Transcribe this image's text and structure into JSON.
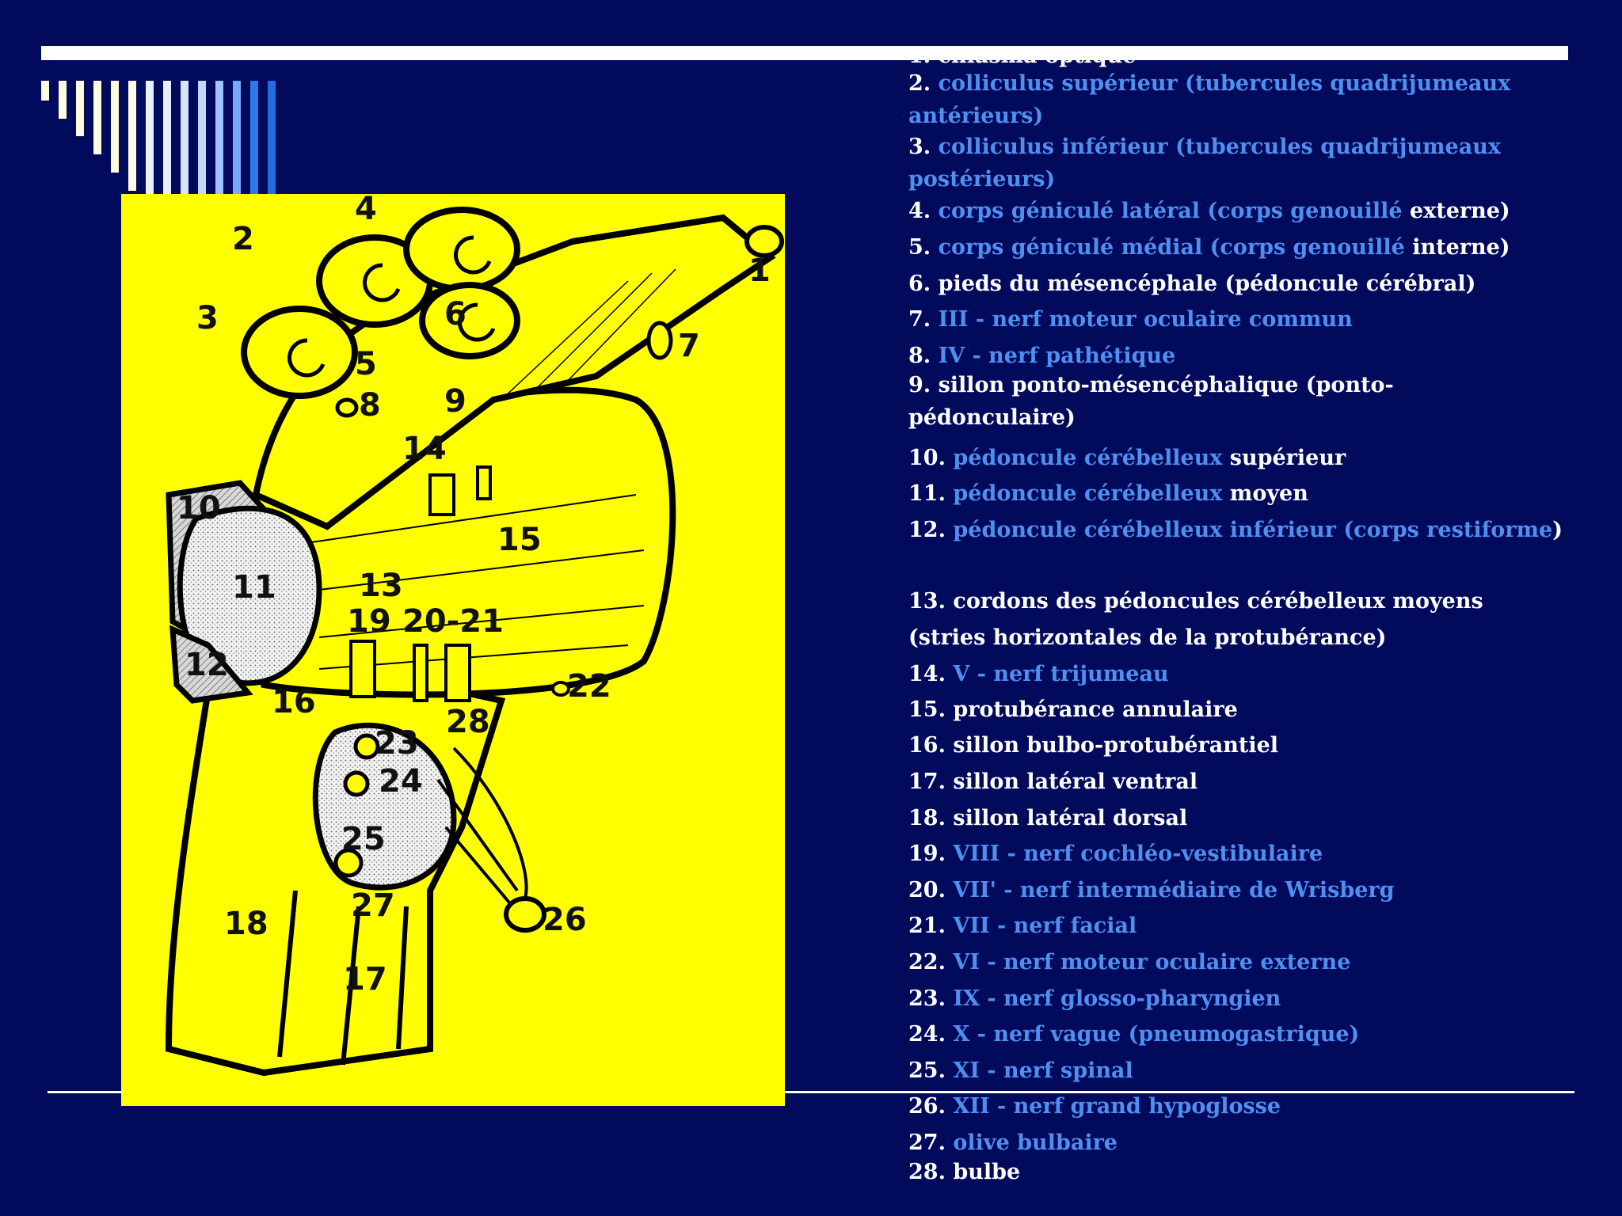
{
  "colors": {
    "background": "#020a5c",
    "diagram_bg": "#ffff00",
    "term_blue": "#4f8fef",
    "text_white": "#ffffff"
  },
  "diagram": {
    "labels": [
      "1",
      "2",
      "3",
      "4",
      "5",
      "6",
      "7",
      "8",
      "9",
      "10",
      "11",
      "12",
      "13",
      "14",
      "15",
      "16",
      "17",
      "18",
      "19",
      "20-21",
      "22",
      "23",
      "24",
      "25",
      "26",
      "27",
      "28"
    ]
  },
  "legend": [
    {
      "num": "1.",
      "parts": [
        {
          "t": " chiasma optique",
          "c": "w"
        }
      ]
    },
    {
      "num": "2.",
      "parts": [
        {
          "t": " colliculus supérieur (tubercules quadrijumeaux",
          "c": "b"
        }
      ]
    },
    {
      "num": "",
      "parts": [
        {
          "t": "antérieurs)",
          "c": "b"
        }
      ]
    },
    {
      "num": "3.",
      "parts": [
        {
          "t": " colliculus inférieur (tubercules quadrijumeaux",
          "c": "b"
        }
      ]
    },
    {
      "num": "",
      "parts": [
        {
          "t": "postérieurs)",
          "c": "b"
        }
      ]
    },
    {
      "num": "4.",
      "parts": [
        {
          "t": " corps géniculé latéral (corps genouillé",
          "c": "b"
        },
        {
          "t": " externe)",
          "c": "w"
        }
      ]
    },
    {
      "num": "5.",
      "parts": [
        {
          "t": " corps géniculé médial (corps genouillé",
          "c": "b"
        },
        {
          "t": " interne)",
          "c": "w"
        }
      ]
    },
    {
      "num": "6.",
      "parts": [
        {
          "t": " pieds du mésencéphale (pédoncule cérébral)",
          "c": "w"
        }
      ]
    },
    {
      "num": "7.",
      "parts": [
        {
          "t": " III - nerf moteur oculaire commun",
          "c": "b"
        }
      ]
    },
    {
      "num": "8.",
      "parts": [
        {
          "t": " IV - nerf pathétique",
          "c": "b"
        }
      ]
    },
    {
      "num": "9.",
      "parts": [
        {
          "t": " sillon ponto-mésencéphalique (ponto-",
          "c": "w"
        }
      ]
    },
    {
      "num": "",
      "parts": [
        {
          "t": "pédonculaire)",
          "c": "w"
        }
      ]
    },
    {
      "num": "10.",
      "parts": [
        {
          "t": " pédoncule cérébelleux",
          "c": "b"
        },
        {
          "t": " supérieur",
          "c": "w"
        }
      ]
    },
    {
      "num": "11.",
      "parts": [
        {
          "t": " pédoncule cérébelleux",
          "c": "b"
        },
        {
          "t": " moyen",
          "c": "w"
        }
      ]
    },
    {
      "num": "12.",
      "parts": [
        {
          "t": " pédoncule cérébelleux inférieur (corps restiforme",
          "c": "b"
        },
        {
          "t": ")",
          "c": "w"
        }
      ]
    },
    {
      "num": "13.",
      "parts": [
        {
          "t": " cordons des pédoncules cérébelleux moyens",
          "c": "w"
        }
      ]
    },
    {
      "num": "",
      "parts": [
        {
          "t": "(stries horizontales de la protubérance)",
          "c": "w"
        }
      ]
    },
    {
      "num": "14.",
      "parts": [
        {
          "t": " V - nerf trijumeau",
          "c": "b"
        }
      ]
    },
    {
      "num": "15.",
      "parts": [
        {
          "t": " protubérance annulaire",
          "c": "w"
        }
      ]
    },
    {
      "num": "16.",
      "parts": [
        {
          "t": " sillon bulbo-protubérantiel",
          "c": "w"
        }
      ]
    },
    {
      "num": "17.",
      "parts": [
        {
          "t": " sillon latéral ventral",
          "c": "w"
        }
      ]
    },
    {
      "num": "18.",
      "parts": [
        {
          "t": " sillon latéral dorsal",
          "c": "w"
        }
      ]
    },
    {
      "num": "19.",
      "parts": [
        {
          "t": " VIII - nerf cochléo-vestibulaire",
          "c": "b"
        }
      ]
    },
    {
      "num": "20.",
      "parts": [
        {
          "t": " VII' - nerf intermédiaire de Wrisberg",
          "c": "b"
        }
      ]
    },
    {
      "num": "21.",
      "parts": [
        {
          "t": " VII - nerf facial",
          "c": "b"
        }
      ]
    },
    {
      "num": "22.",
      "parts": [
        {
          "t": " VI - nerf moteur oculaire externe",
          "c": "b"
        }
      ]
    },
    {
      "num": "23.",
      "parts": [
        {
          "t": " IX - nerf glosso-pharyngien",
          "c": "b"
        }
      ]
    },
    {
      "num": "24.",
      "parts": [
        {
          "t": " X - nerf vague (pneumogastrique)",
          "c": "b"
        }
      ]
    },
    {
      "num": "25.",
      "parts": [
        {
          "t": " XI - nerf spinal",
          "c": "b"
        }
      ]
    },
    {
      "num": "26.",
      "parts": [
        {
          "t": " XII - nerf grand hypoglosse",
          "c": "b"
        }
      ]
    },
    {
      "num": "27.",
      "parts": [
        {
          "t": " olive bulbaire",
          "c": "b"
        }
      ]
    },
    {
      "num": "28.",
      "parts": [
        {
          "t": " bulbe",
          "c": "w"
        }
      ]
    }
  ]
}
